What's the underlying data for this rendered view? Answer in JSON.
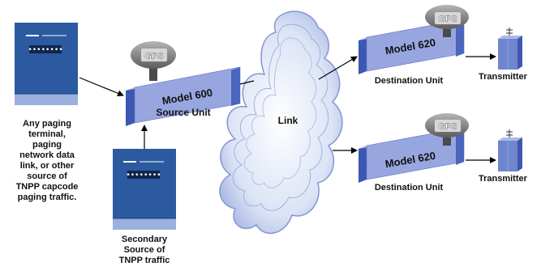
{
  "source_terminal": {
    "caption_lines": [
      "Any paging",
      "terminal,",
      "paging",
      "network data",
      "link, or other",
      "source of",
      "TNPP capcode",
      "paging traffic."
    ]
  },
  "secondary_terminal": {
    "caption_lines": [
      "Secondary",
      "Source of",
      "TNPP traffic"
    ]
  },
  "source_unit": {
    "model": "Model 600",
    "caption": "Source Unit",
    "gps": "GPS"
  },
  "link": {
    "caption": "Link"
  },
  "destinations": [
    {
      "model": "Model 620",
      "caption": "Destination Unit",
      "gps": "GPS",
      "transmitter": "Transmitter"
    },
    {
      "model": "Model 620",
      "caption": "Destination Unit",
      "gps": "GPS",
      "transmitter": "Transmitter"
    }
  ],
  "colors": {
    "terminal_body": "#2b5aa0",
    "terminal_base": "#9bb0de",
    "unit_face": "#98a6e0",
    "unit_side": "#3c58b4",
    "gps_dome": "#7a7a7a",
    "gps_badge": "#d7d7d7",
    "cloud_fill": "#c7d3ef",
    "cloud_line": "#8496cf",
    "transmitter_body": "#6f86cf"
  }
}
